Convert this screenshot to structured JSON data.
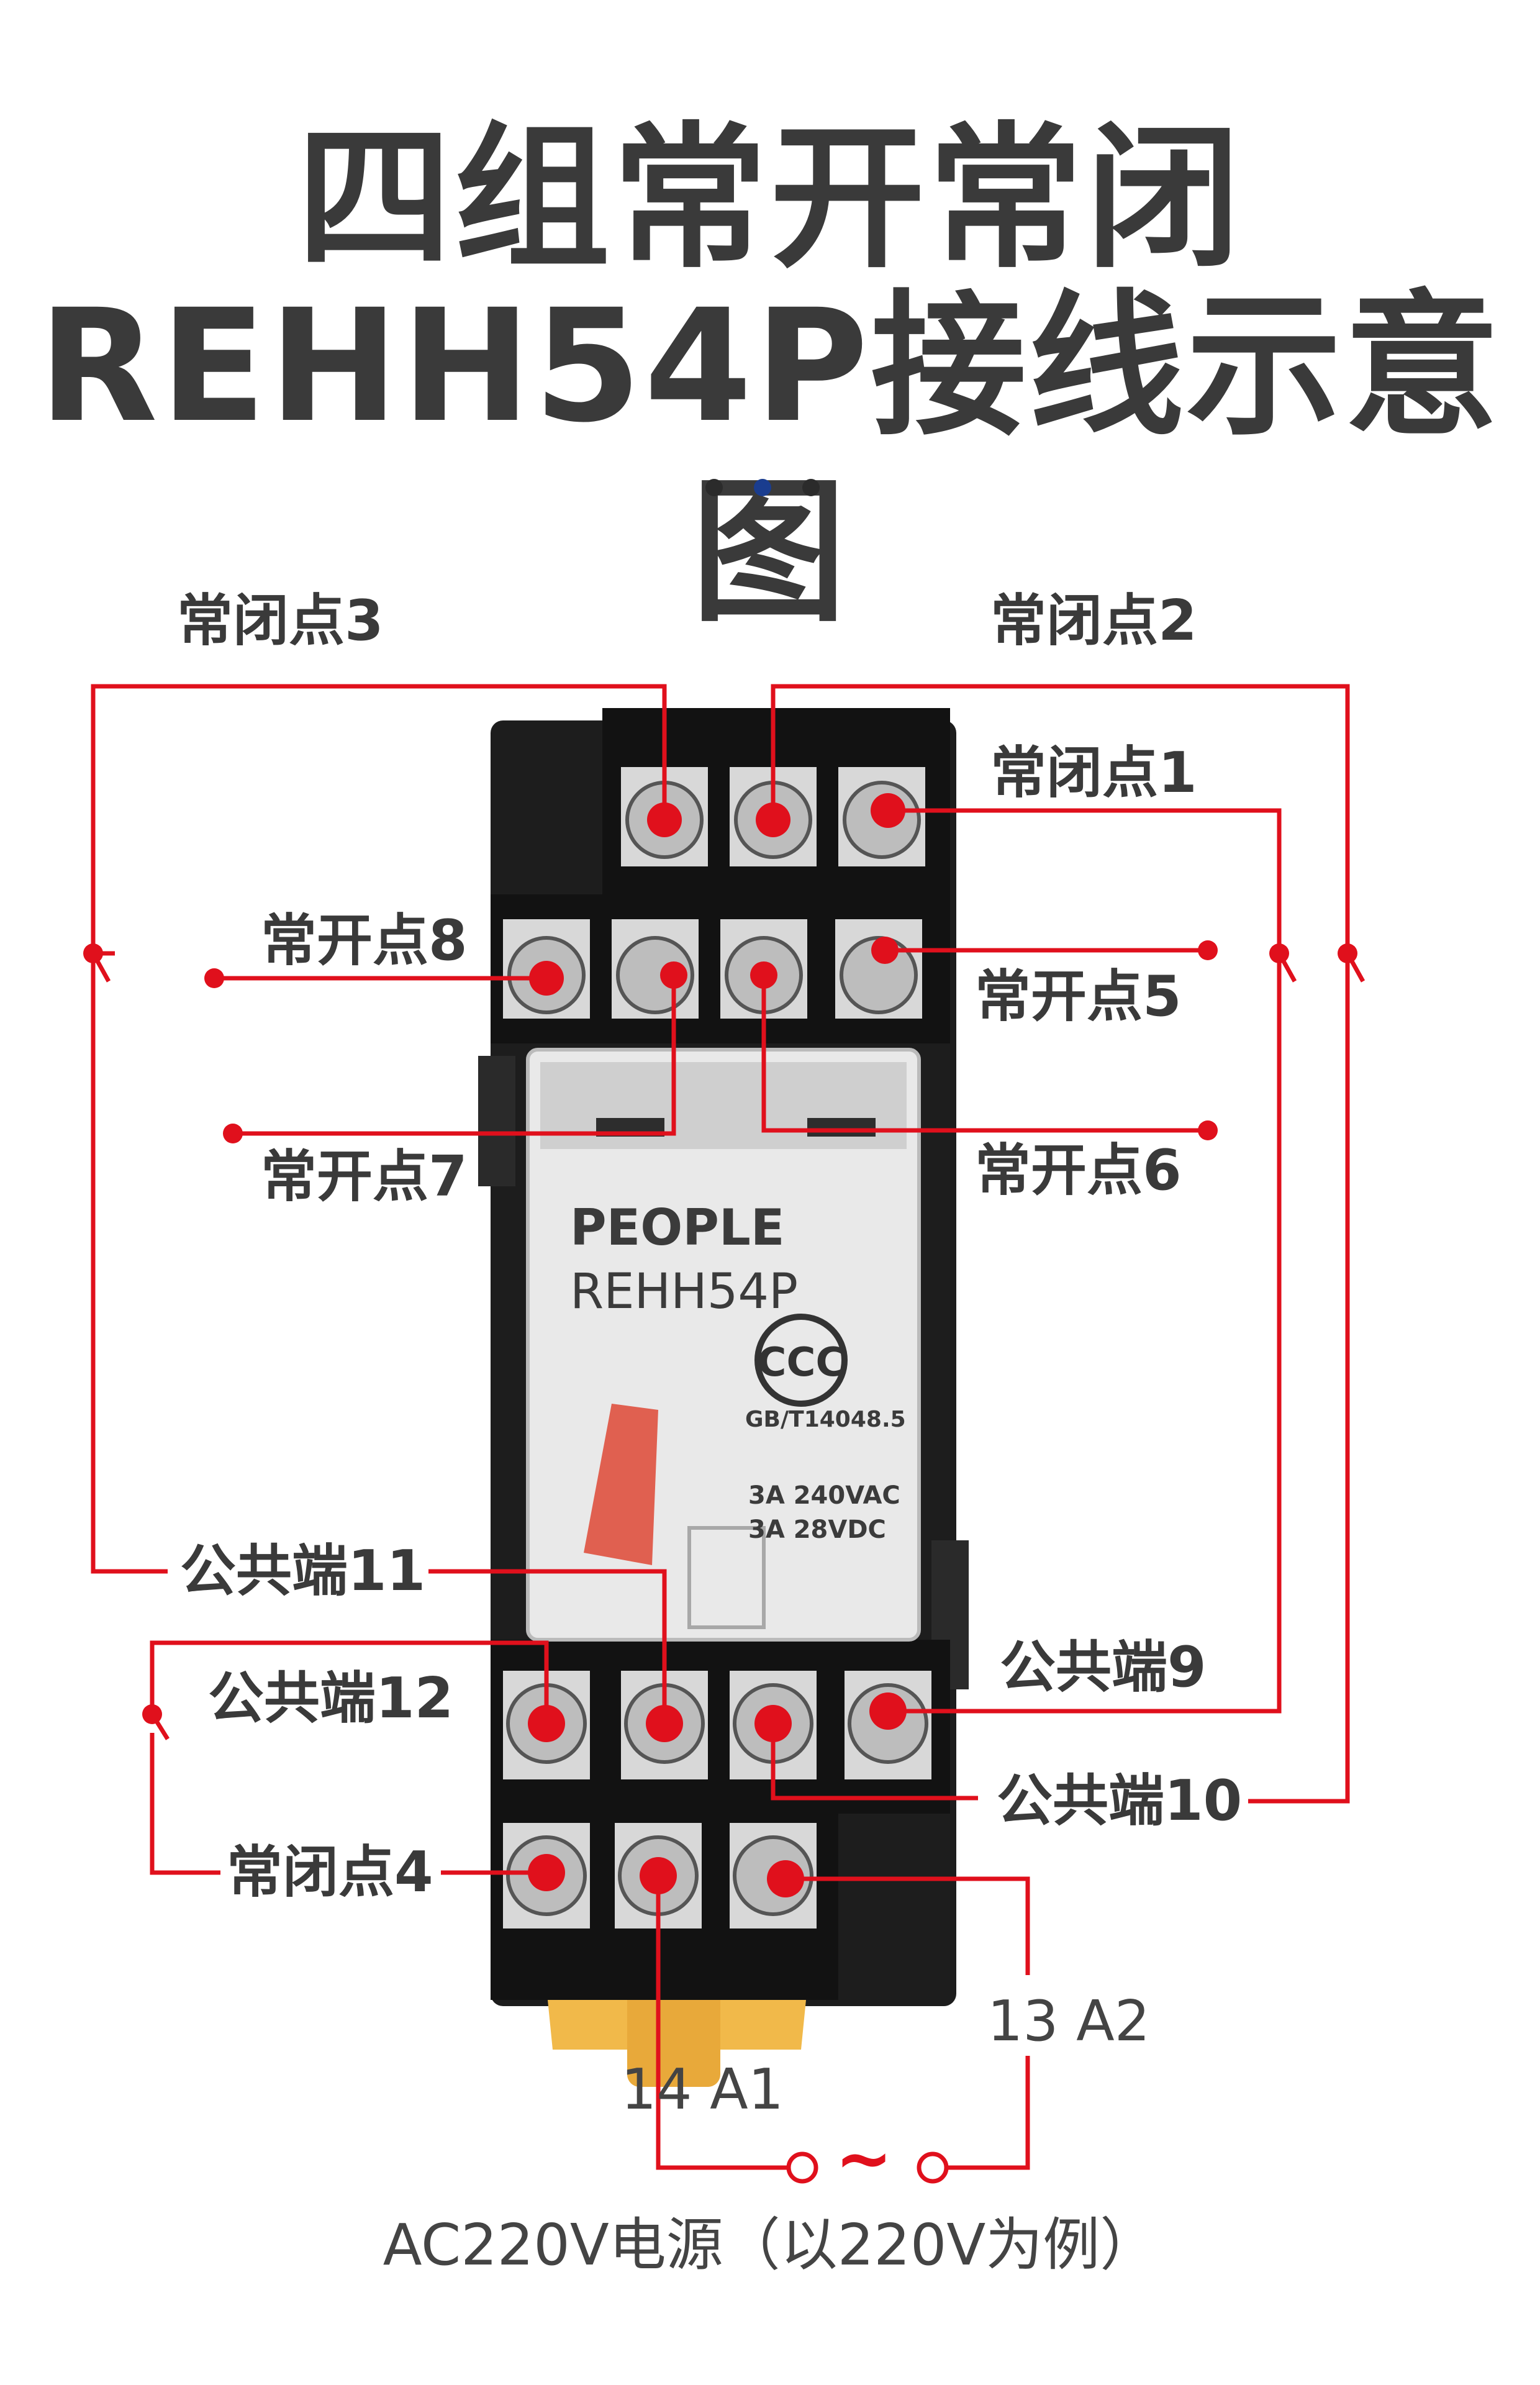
{
  "title": {
    "line1": "四组常开常闭",
    "line2": "REHH54P接线示意图"
  },
  "colors": {
    "wire": "#e0101c",
    "dot_dark": "#2b2b2b",
    "dot_accent": "#1a3d8f",
    "housing": "#1d1d1d",
    "base": "#f1b94a"
  },
  "labels": {
    "nc3": "常闭点3",
    "nc2": "常闭点2",
    "nc1": "常闭点1",
    "no8": "常开点8",
    "no5": "常开点5",
    "no7": "常开点7",
    "no6": "常开点6",
    "com11": "公共端11",
    "com12": "公共端12",
    "com9": "公共端9",
    "com10": "公共端10",
    "nc4": "常闭点4",
    "a2": "13 A2",
    "a1": "14 A1"
  },
  "relay": {
    "brand": "PEOPLE",
    "model": "REHH54P",
    "cert": "GB/T14048.5",
    "rating1": "3A 240VAC",
    "rating2": "3A 28VDC"
  },
  "power": {
    "tilde": "~",
    "caption": "AC220V电源（以220V为例）"
  }
}
